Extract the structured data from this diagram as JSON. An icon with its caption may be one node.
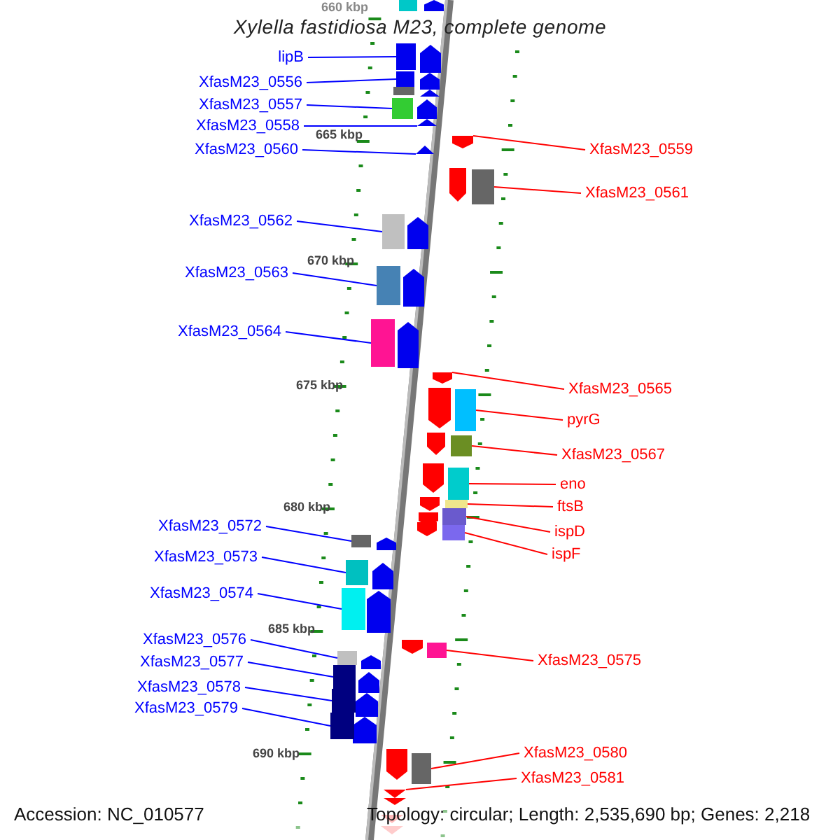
{
  "diagram": {
    "title": "Xylella fastidiosa M23, complete genome",
    "nodes": [
      {
        "text": [
          "lipB"
        ]
      },
      {
        "text": [
          "XfasM23_0556"
        ]
      },
      {
        "text": [
          "XfasM23_0557"
        ]
      },
      {
        "text": [
          "XfasM23_0558"
        ]
      },
      {
        "text": [
          "XfasM23_0560"
        ]
      },
      {
        "text": [
          "XfasM23_0559"
        ]
      },
      {
        "text": [
          "XfasM23_0561"
        ]
      },
      {
        "text": [
          "XfasM23_0562"
        ]
      },
      {
        "text": [
          "XfasM23_0563"
        ]
      },
      {
        "text": [
          "XfasM23_0564"
        ]
      },
      {
        "text": [
          "XfasM23_0565"
        ]
      },
      {
        "text": [
          "pyrG"
        ]
      },
      {
        "text": [
          "XfasM23_0567"
        ]
      },
      {
        "text": [
          "eno"
        ]
      },
      {
        "text": [
          "ftsB"
        ]
      },
      {
        "text": [
          "XfasM23_0572"
        ]
      },
      {
        "text": [
          "ispD"
        ]
      },
      {
        "text": [
          "ispF"
        ]
      },
      {
        "text": [
          "XfasM23_0573"
        ]
      },
      {
        "text": [
          "XfasM23_0574"
        ]
      },
      {
        "text": [
          "XfasM23_0576"
        ]
      },
      {
        "text": [
          "XfasM23_0575"
        ]
      },
      {
        "text": [
          "XfasM23_0577"
        ]
      },
      {
        "text": [
          "XfasM23_0578"
        ]
      },
      {
        "text": [
          "XfasM23_0579"
        ]
      },
      {
        "text": [
          "XfasM23_0580"
        ]
      },
      {
        "text": [
          "XfasM23_0581"
        ]
      },
      {
        "text": [],
        "shape": "box"
      },
      {
        "text": [],
        "shape": "box"
      },
      {
        "text": [],
        "shape": "box"
      },
      {
        "text": [],
        "shape": "triangle"
      },
      {
        "text": [],
        "shape": "pentagon"
      },
      {
        "text": [],
        "shape": "triangle"
      },
      {
        "text": [],
        "shape": "box"
      },
      {
        "text": [],
        "shape": "box"
      },
      {
        "text": [],
        "shape": "box"
      },
      {
        "text": [],
        "shape": "box"
      },
      {
        "text": [],
        "shape": "pentagon"
      },
      {
        "text": [],
        "shape": "box"
      },
      {
        "text": [],
        "shape": "box"
      },
      {
        "text": [],
        "shape": "box"
      },
      {
        "text": [],
        "shape": "box"
      },
      {
        "text": [],
        "shape": "box"
      },
      {
        "text": [],
        "shape": "box"
      },
      {
        "text": [],
        "shape": "box"
      },
      {
        "text": [],
        "shape": "box"
      },
      {
        "text": [],
        "shape": "box"
      },
      {
        "text": [],
        "shape": "box"
      },
      {
        "text": [],
        "shape": "box"
      },
      {
        "text": [],
        "shape": "box"
      },
      {
        "text": [],
        "shape": "box"
      },
      {
        "text": [],
        "shape": "box"
      },
      {
        "text": [],
        "shape": "box"
      },
      {
        "text": [],
        "shape": "triangle"
      },
      {
        "text": [],
        "shape": "pentagon"
      },
      {
        "text": [],
        "shape": "pentagon"
      },
      {
        "text": [],
        "shape": "pentagon"
      },
      {
        "text": [],
        "shape": "pentagon"
      }
    ],
    "edges": [
      {
        "from": 0,
        "to": 27,
        "arrow": "none"
      },
      {
        "from": 1,
        "to": 28,
        "arrow": "none"
      },
      {
        "from": 2,
        "to": 29,
        "arrow": "none"
      },
      {
        "from": 3,
        "to": 30,
        "arrow": "none"
      },
      {
        "from": 4,
        "to": 32,
        "arrow": "none"
      },
      {
        "from": 5,
        "to": 31,
        "arrow": "none",
        "color": "#ff0000"
      },
      {
        "from": 6,
        "to": 33,
        "arrow": "none",
        "color": "#ff0000"
      },
      {
        "from": 7,
        "to": 34,
        "arrow": "none"
      },
      {
        "from": 8,
        "to": 35,
        "arrow": "none"
      },
      {
        "from": 9,
        "to": 36,
        "arrow": "none"
      },
      {
        "from": 10,
        "to": 37,
        "arrow": "none",
        "color": "#ff0000"
      },
      {
        "from": 11,
        "to": 38,
        "arrow": "none",
        "color": "#ff0000"
      },
      {
        "from": 12,
        "to": 39,
        "arrow": "none",
        "color": "#ff0000"
      },
      {
        "from": 13,
        "to": 40,
        "arrow": "none",
        "color": "#ff0000"
      },
      {
        "from": 14,
        "to": 41,
        "arrow": "none",
        "color": "#ff0000"
      },
      {
        "from": 15,
        "to": 44,
        "arrow": "none"
      },
      {
        "from": 16,
        "to": 42,
        "arrow": "none",
        "color": "#ff0000"
      },
      {
        "from": 17,
        "to": 43,
        "arrow": "none",
        "color": "#ff0000"
      },
      {
        "from": 18,
        "to": 45,
        "arrow": "none"
      },
      {
        "from": 19,
        "to": 46,
        "arrow": "none"
      },
      {
        "from": 20,
        "to": 48,
        "arrow": "none"
      },
      {
        "from": 21,
        "to": 47,
        "arrow": "none",
        "color": "#ff0000"
      },
      {
        "from": 22,
        "to": 49,
        "arrow": "none"
      },
      {
        "from": 23,
        "to": 50,
        "arrow": "none"
      },
      {
        "from": 24,
        "to": 51,
        "arrow": "none"
      },
      {
        "from": 25,
        "to": 52,
        "arrow": "none",
        "color": "#ff0000"
      },
      {
        "from": 26,
        "to": 53,
        "arrow": "none",
        "color": "#ff0000"
      }
    ],
    "labels": [
      "660 kbp",
      "665 kbp",
      "670 kbp",
      "675 kbp",
      "680 kbp",
      "685 kbp",
      "690 kbp",
      "Accession: NC_010577",
      "Topology: circular; Length: 2,535,690 bp; Genes: 2,218"
    ]
  }
}
